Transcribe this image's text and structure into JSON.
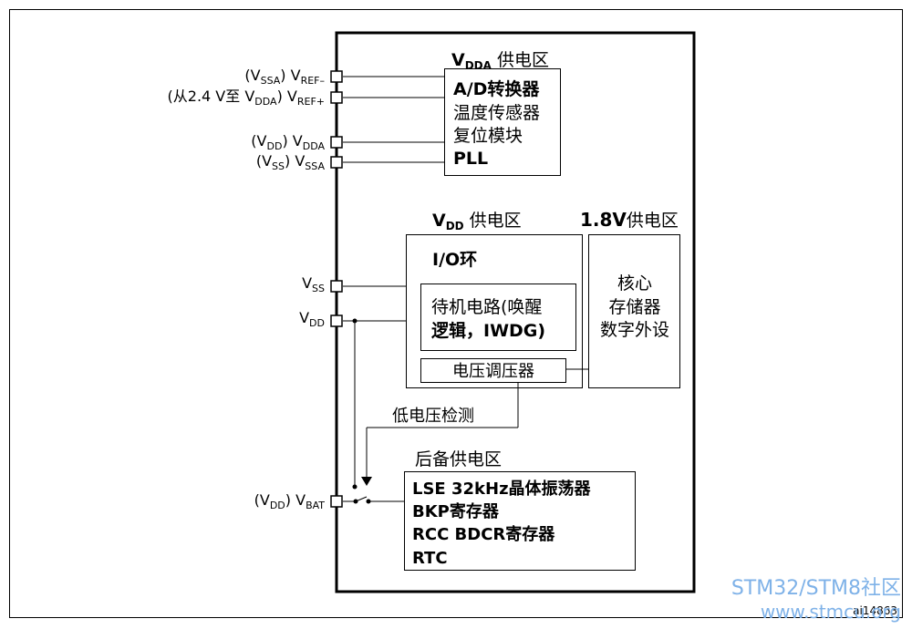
{
  "pins": {
    "vref_minus": {
      "prefix": "(V",
      "prefix_sub": "SSA",
      "mid": ") V",
      "sub": "REF–"
    },
    "vref_plus": {
      "prefix": "(从2.4 V至 V",
      "prefix_sub": "DDA",
      "mid": ") V",
      "sub": "REF+"
    },
    "vdda": {
      "prefix": "(V",
      "prefix_sub": "DD",
      "mid": ") V",
      "sub": "DDA"
    },
    "vssa": {
      "prefix": "(V",
      "prefix_sub": "SS",
      "mid": ") V",
      "sub": "SSA"
    },
    "vss": {
      "main": "V",
      "sub": "SS"
    },
    "vdd": {
      "main": "V",
      "sub": "DD"
    },
    "vbat": {
      "prefix": "(V",
      "prefix_sub": "DD",
      "mid": ") V",
      "sub": "BAT"
    }
  },
  "vdda_domain": {
    "title_main": "V",
    "title_sub": "DDA",
    "title_rest": " 供电区",
    "items": [
      "A/D转换器",
      "温度传感器",
      "复位模块",
      "PLL"
    ]
  },
  "vdd_domain": {
    "title_main": "V",
    "title_sub": "DD",
    "title_rest": " 供电区",
    "io_ring": "I/O环",
    "standby_line1": "待机电路(唤醒",
    "standby_line2": "逻辑，IWDG)",
    "regulator": "电压调压器"
  },
  "core_domain": {
    "title_bold": "1.8V",
    "title_rest": "供电区",
    "items": [
      "核心",
      "存储器",
      "数字外设"
    ]
  },
  "low_voltage_detect": "低电压检测",
  "backup_domain": {
    "title": "后备供电区",
    "items": [
      "LSE 32kHz晶体振荡器",
      "BKP寄存器",
      "RCC BDCR寄存器",
      "RTC"
    ]
  },
  "figure_id": "ai14863",
  "watermark": {
    "line1": "STM32/STM8社区",
    "line2": "www.stmcu.org"
  }
}
